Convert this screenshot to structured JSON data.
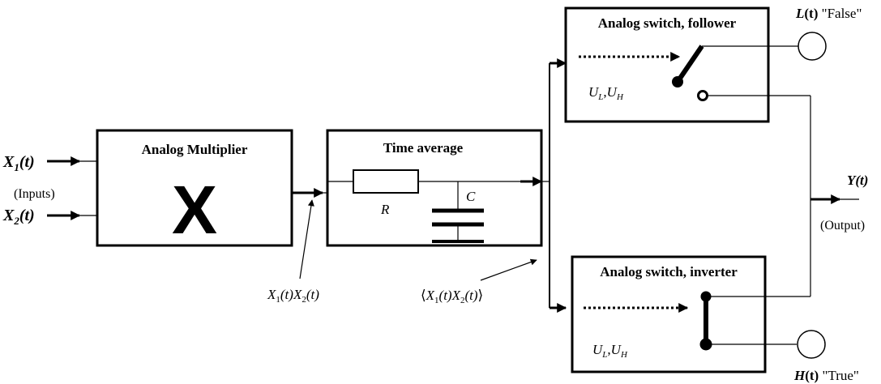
{
  "inputs": {
    "x1_main": "X",
    "x1_sub": "1",
    "x1_arg": "(t)",
    "x2_main": "X",
    "x2_sub": "2",
    "x2_arg": "(t)",
    "group_label": "(Inputs)"
  },
  "multiplier": {
    "title": "Analog Multiplier",
    "symbol": "X"
  },
  "product_label": {
    "x1": "X",
    "s1": "1",
    "a1": "(t)",
    "x2": "X",
    "s2": "2",
    "a2": "(t)"
  },
  "averager": {
    "title": "Time average",
    "resistor": "R",
    "capacitor": "C"
  },
  "average_label": {
    "open": "⟨",
    "x1": "X",
    "s1": "1",
    "a1": "(t)",
    "x2": "X",
    "s2": "2",
    "a2": "(t)",
    "close": "⟩"
  },
  "follower": {
    "title": "Analog switch, follower",
    "thr_u1": "U",
    "thr_s1": "L",
    "comma": ",",
    "thr_u2": "U",
    "thr_s2": "H"
  },
  "inverter": {
    "title": "Analog switch, inverter",
    "thr_u1": "U",
    "thr_s1": "L",
    "comma": ",",
    "thr_u2": "U",
    "thr_s2": "H"
  },
  "false_terminal": {
    "symbol": "L",
    "arg": "(t)",
    "value": " \"False\""
  },
  "true_terminal": {
    "symbol": "H",
    "arg": "(t)",
    "value": " \"True\""
  },
  "output": {
    "symbol": "Y(t)",
    "label": "(Output)"
  }
}
